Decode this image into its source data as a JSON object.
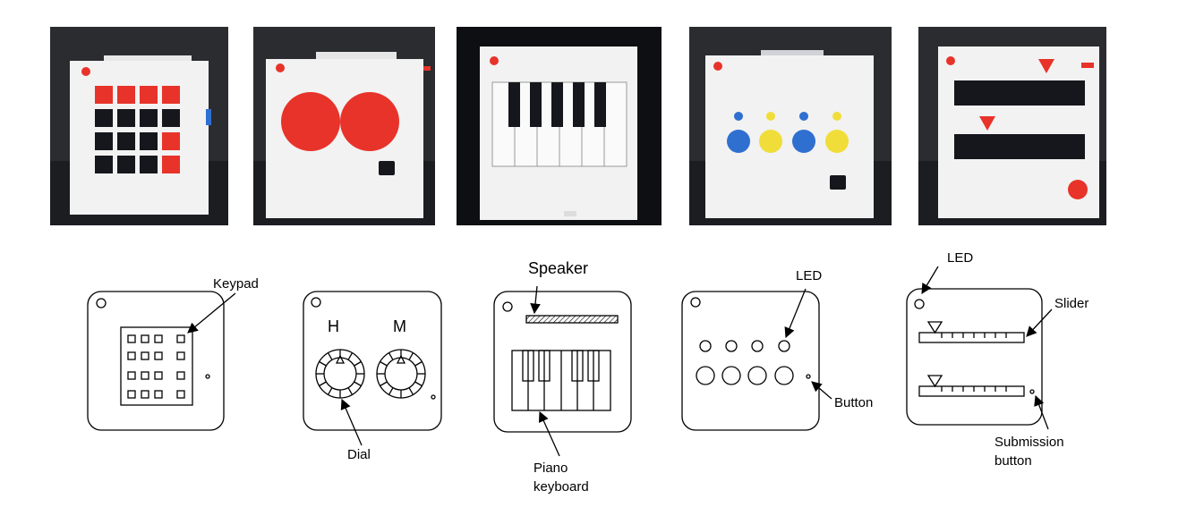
{
  "figure": {
    "photos": [
      {
        "name": "keypad-panel-photo"
      },
      {
        "name": "dial-panel-photo"
      },
      {
        "name": "piano-panel-photo"
      },
      {
        "name": "button-panel-photo"
      },
      {
        "name": "slider-panel-photo"
      }
    ],
    "labels": {
      "keypad": "Keypad",
      "dial": "Dial",
      "dial_h": "H",
      "dial_m": "M",
      "speaker": "Speaker",
      "piano_line1": "Piano",
      "piano_line2": "keyboard",
      "led_buttons": "LED",
      "button": "Button",
      "led_slider": "LED",
      "slider": "Slider",
      "submission_line1": "Submission",
      "submission_line2": "button"
    },
    "colors": {
      "red": "#e8332a",
      "black": "#15171c",
      "blue": "#2f6fd0",
      "yellow": "#f1dd3a",
      "panel": "#f2f2f2",
      "background": "#0d0f13"
    }
  }
}
